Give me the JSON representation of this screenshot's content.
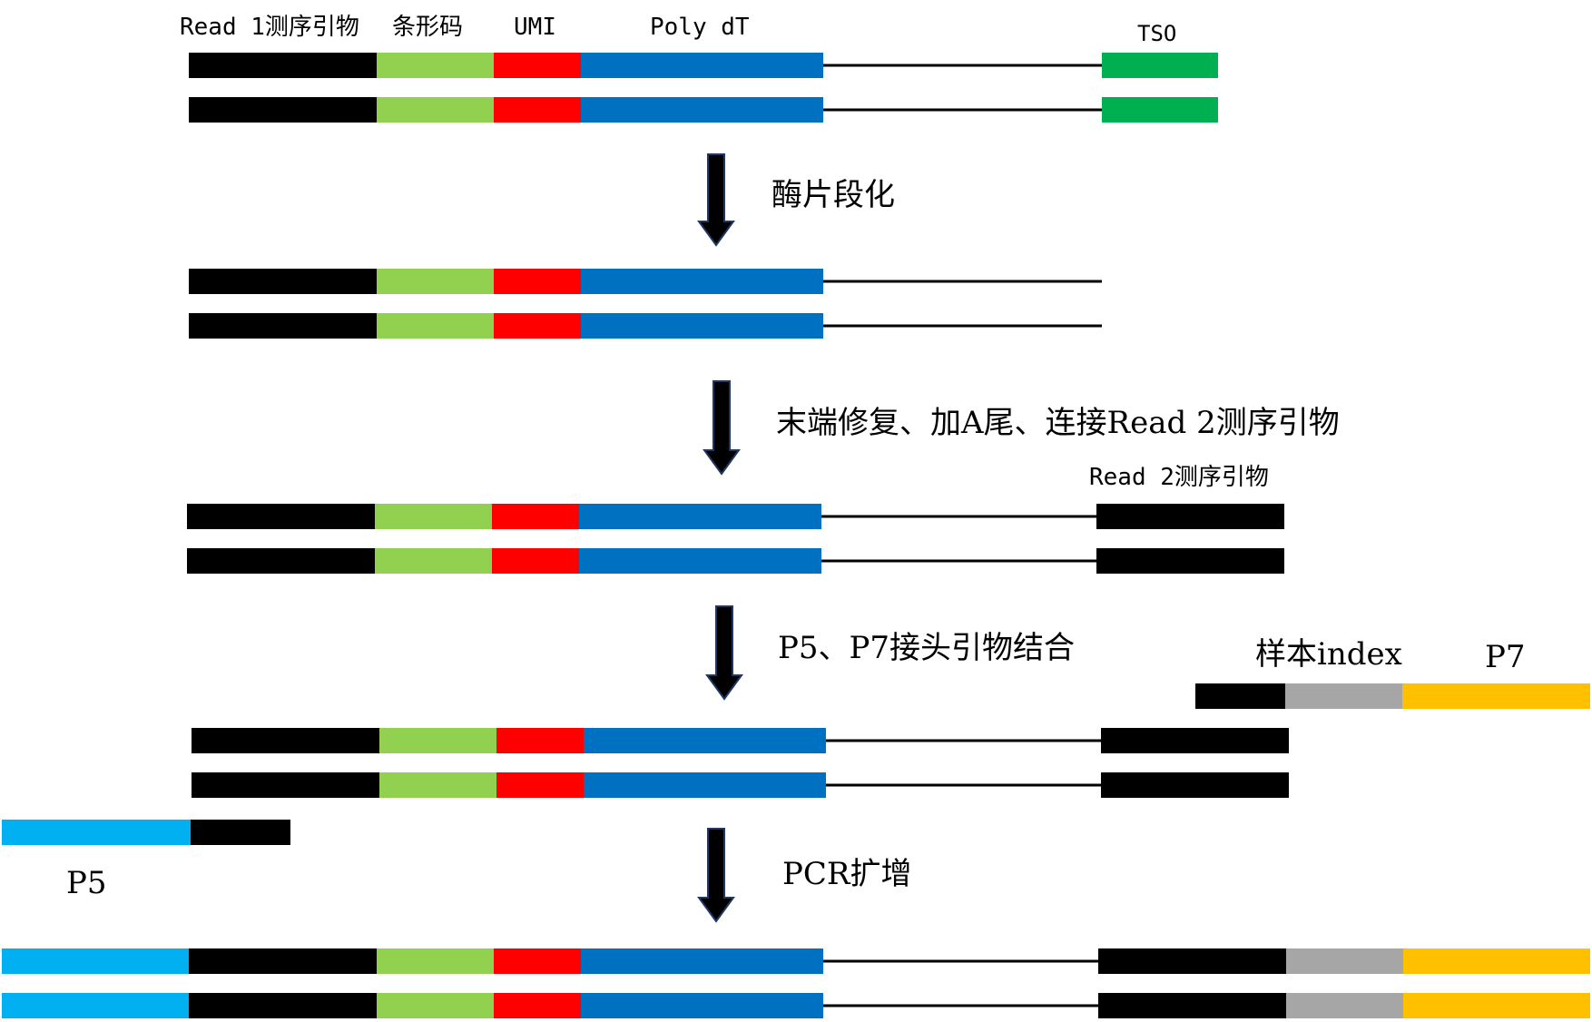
{
  "colors": {
    "read1": "#000000",
    "barcode": "#92d050",
    "umi": "#ff0000",
    "polydt": "#0070c0",
    "tso": "#00b050",
    "read2": "#000000",
    "index": "#a6a6a6",
    "p7": "#ffc000",
    "p5": "#00b0f0",
    "line": "#000000",
    "arrow_fill": "#000000",
    "arrow_stroke": "#1f3864"
  },
  "labels": {
    "read1": "Read 1测序引物",
    "barcode": "条形码",
    "umi": "UMI",
    "polydt": "Poly dT",
    "tso": "TSO",
    "read2": "Read 2测序引物",
    "sample_index": "样本index",
    "p7": "P7",
    "p5": "P5"
  },
  "steps": [
    {
      "text": "酶片段化"
    },
    {
      "text": "末端修复、加A尾、连接Read 2测序引物"
    },
    {
      "text": "P5、P7接头引物结合"
    },
    {
      "text": "PCR扩增"
    }
  ],
  "stages": [
    {
      "name": "cdna-with-tso",
      "tail": "tso"
    },
    {
      "name": "fragmented",
      "tail": "none"
    },
    {
      "name": "read2-ligated",
      "tail": "read2"
    },
    {
      "name": "adapter-binding",
      "tail": "read2"
    },
    {
      "name": "pcr-product",
      "tail": "full"
    }
  ]
}
